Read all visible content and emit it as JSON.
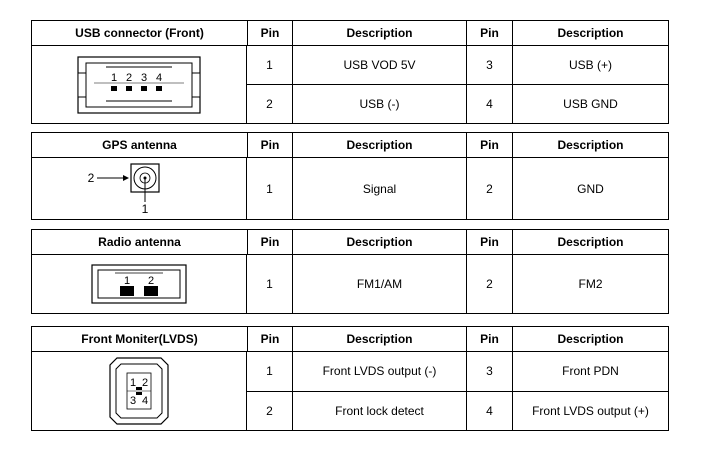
{
  "tables": [
    {
      "title": "USB connector (Front)",
      "headers": [
        "Pin",
        "Description",
        "Pin",
        "Description"
      ],
      "diagram_labels": [
        "1",
        "2",
        "3",
        "4"
      ],
      "rows": [
        [
          "1",
          "USB VOD 5V",
          "3",
          "USB (+)"
        ],
        [
          "2",
          "USB (-)",
          "4",
          "USB GND"
        ]
      ]
    },
    {
      "title": "GPS antenna",
      "headers": [
        "Pin",
        "Description",
        "Pin",
        "Description"
      ],
      "diagram_labels": [
        "2",
        "1"
      ],
      "rows": [
        [
          "1",
          "Signal",
          "2",
          "GND"
        ]
      ]
    },
    {
      "title": "Radio antenna",
      "headers": [
        "Pin",
        "Description",
        "Pin",
        "Description"
      ],
      "diagram_labels": [
        "1",
        "2"
      ],
      "rows": [
        [
          "1",
          "FM1/AM",
          "2",
          "FM2"
        ]
      ]
    },
    {
      "title": "Front Moniter(LVDS)",
      "headers": [
        "Pin",
        "Description",
        "Pin",
        "Description"
      ],
      "diagram_labels": [
        "1",
        "2",
        "3",
        "4"
      ],
      "rows": [
        [
          "1",
          "Front LVDS output (-)",
          "3",
          "Front PDN"
        ],
        [
          "2",
          "Front lock detect",
          "4",
          "Front LVDS output (+)"
        ]
      ]
    }
  ]
}
